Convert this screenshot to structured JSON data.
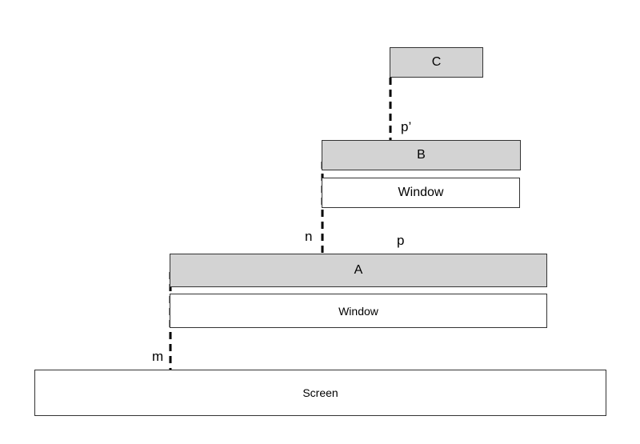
{
  "boxes": {
    "c": "C",
    "b": "B",
    "window_b": "Window",
    "a": "A",
    "window_a": "Window",
    "screen": "Screen"
  },
  "labels": {
    "p_prime": "p’",
    "n": "n",
    "p": "p",
    "m": "m"
  },
  "colors": {
    "parent_box_fill": "#d3d3d3",
    "window_box_fill": "#ffffff",
    "border": "#333333"
  }
}
